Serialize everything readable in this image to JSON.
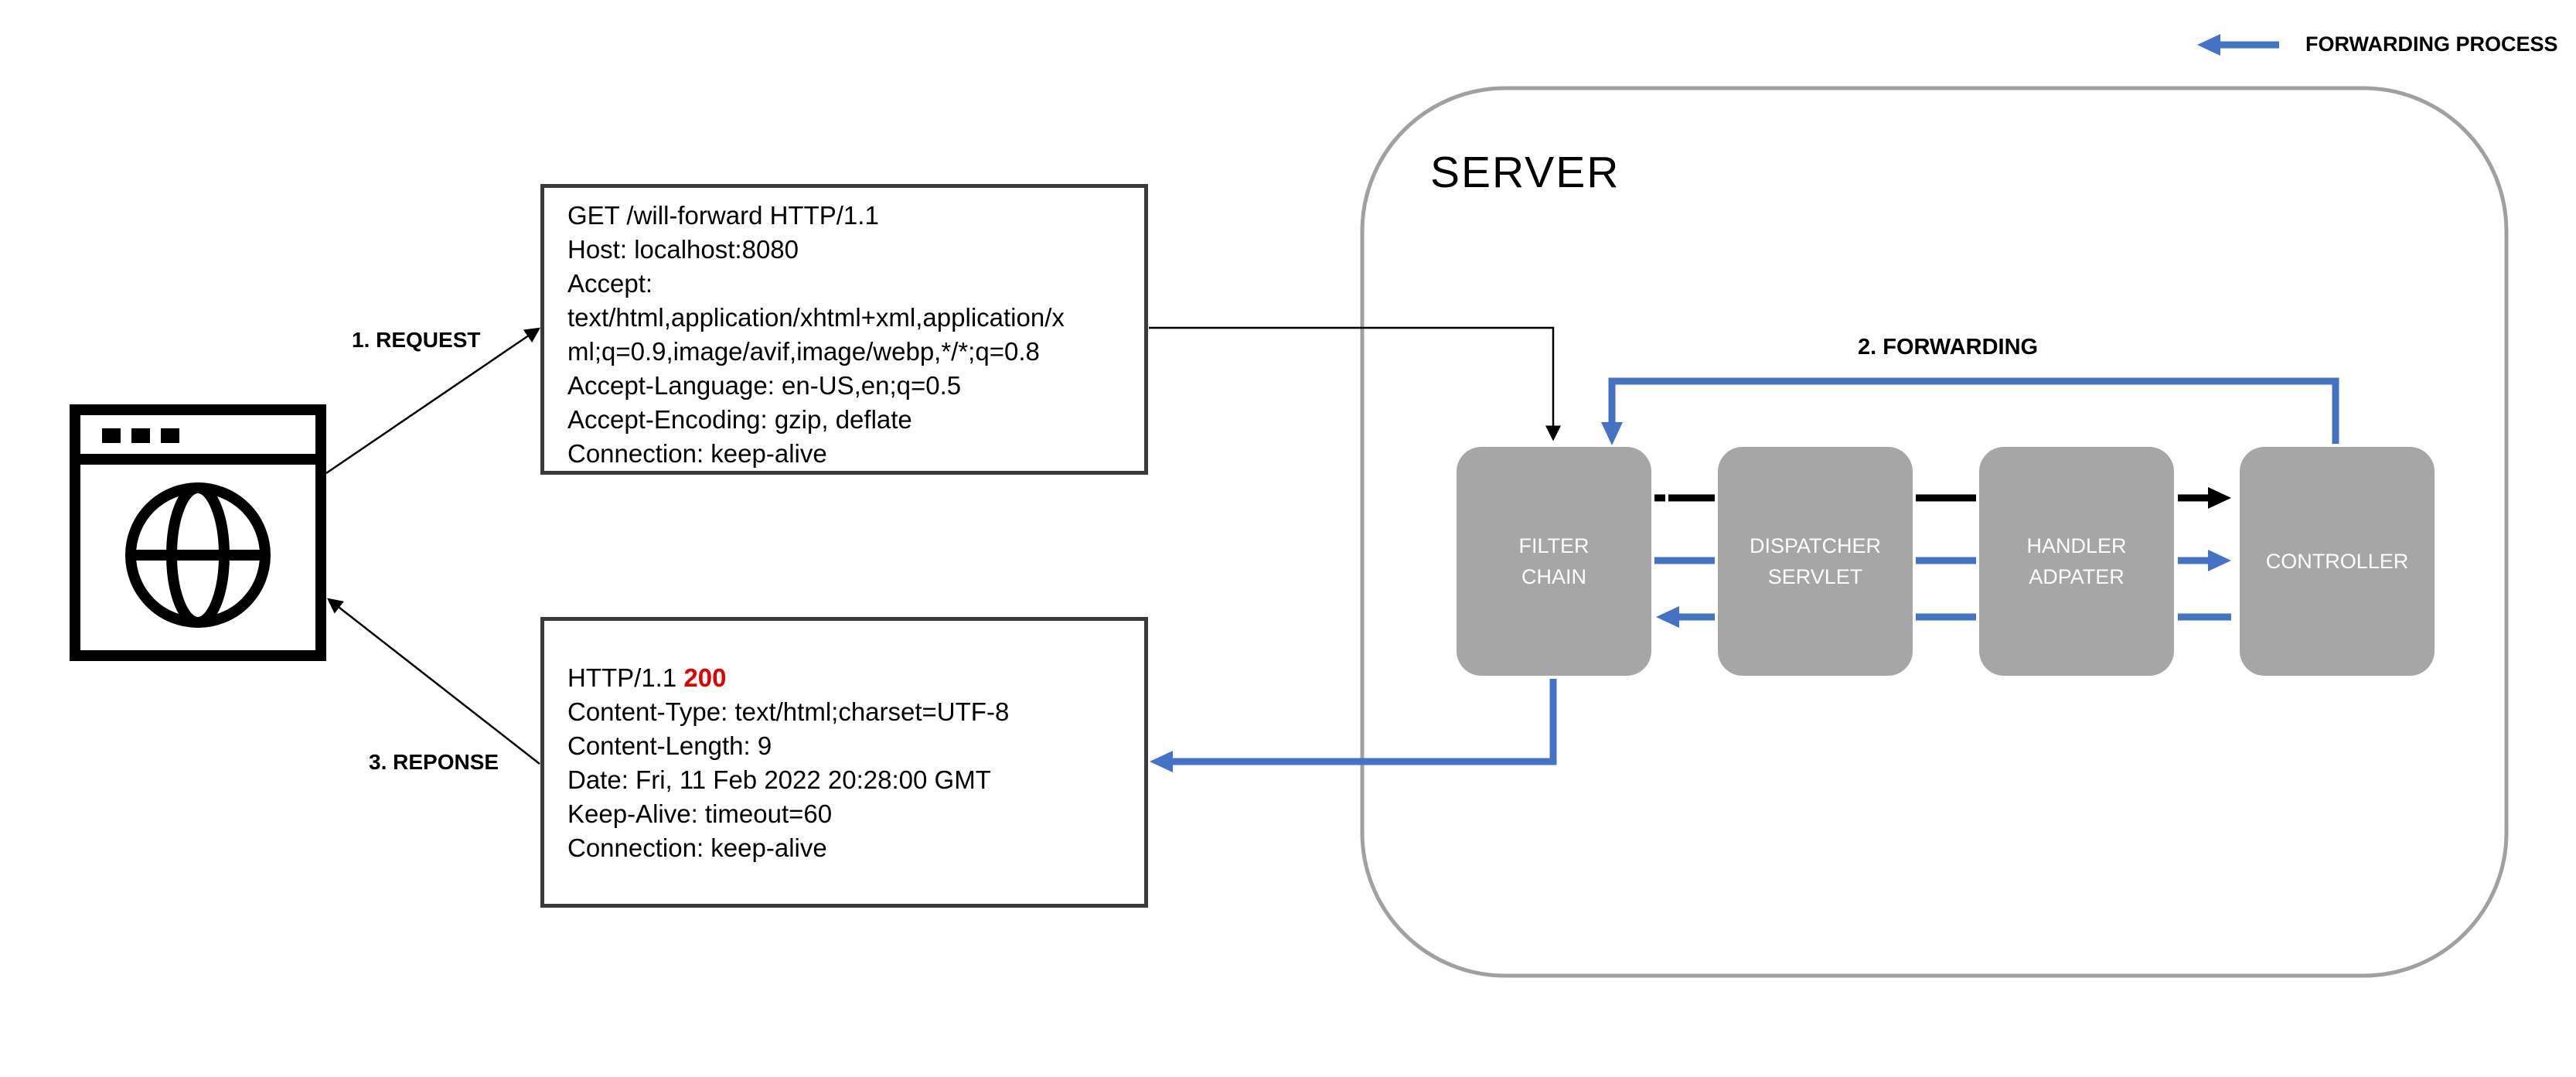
{
  "legend": {
    "label": "FORWARDING PROCESS",
    "color": "#4472c4"
  },
  "server": {
    "title": "SERVER"
  },
  "labels": {
    "request": "1. REQUEST",
    "forwarding": "2. FORWARDING",
    "response": "3. REPONSE"
  },
  "request": {
    "lines": [
      "GET /will-forward HTTP/1.1",
      "Host: localhost:8080",
      "Accept:",
      "text/html,application/xhtml+xml,application/x",
      "ml;q=0.9,image/avif,image/webp,*/*;q=0.8",
      "Accept-Language: en-US,en;q=0.5",
      "Accept-Encoding: gzip, deflate",
      "Connection: keep-alive"
    ]
  },
  "response": {
    "status_prefix": "HTTP/1.1 ",
    "status_code": "200",
    "lines": [
      "Content-Type: text/html;charset=UTF-8",
      "Content-Length: 9",
      "Date: Fri, 11 Feb 2022 20:28:00 GMT",
      "Keep-Alive: timeout=60",
      "Connection: keep-alive"
    ]
  },
  "nodes": {
    "filter": [
      "FILTER",
      "CHAIN"
    ],
    "dispatcher": [
      "DISPATCHER",
      "SERVLET"
    ],
    "handler": [
      "HANDLER",
      "ADPATER"
    ],
    "controller": [
      "CONTROLLER"
    ]
  },
  "colors": {
    "forward": "#4472c4",
    "node": "#a6a6a6",
    "status": "#e00000",
    "server_border": "#a0a0a0"
  },
  "icons": {
    "browser": "browser-globe-icon"
  }
}
